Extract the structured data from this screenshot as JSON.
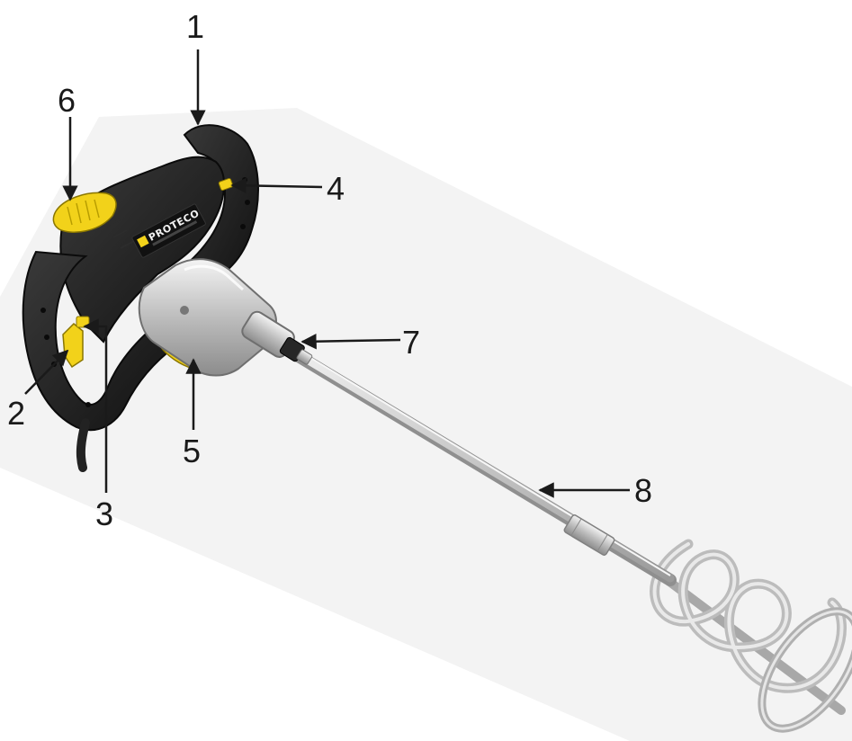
{
  "brand": {
    "logo_text": "PROTECO"
  },
  "callouts": [
    {
      "id": "1",
      "label": "1"
    },
    {
      "id": "2",
      "label": "2"
    },
    {
      "id": "3",
      "label": "3"
    },
    {
      "id": "4",
      "label": "4"
    },
    {
      "id": "5",
      "label": "5"
    },
    {
      "id": "6",
      "label": "6"
    },
    {
      "id": "7",
      "label": "7"
    },
    {
      "id": "8",
      "label": "8"
    }
  ],
  "colors": {
    "body": "#1c1c1c",
    "accent": "#f2d21a",
    "metal": "#c8c8c8",
    "arrow": "#1a1a1a"
  }
}
